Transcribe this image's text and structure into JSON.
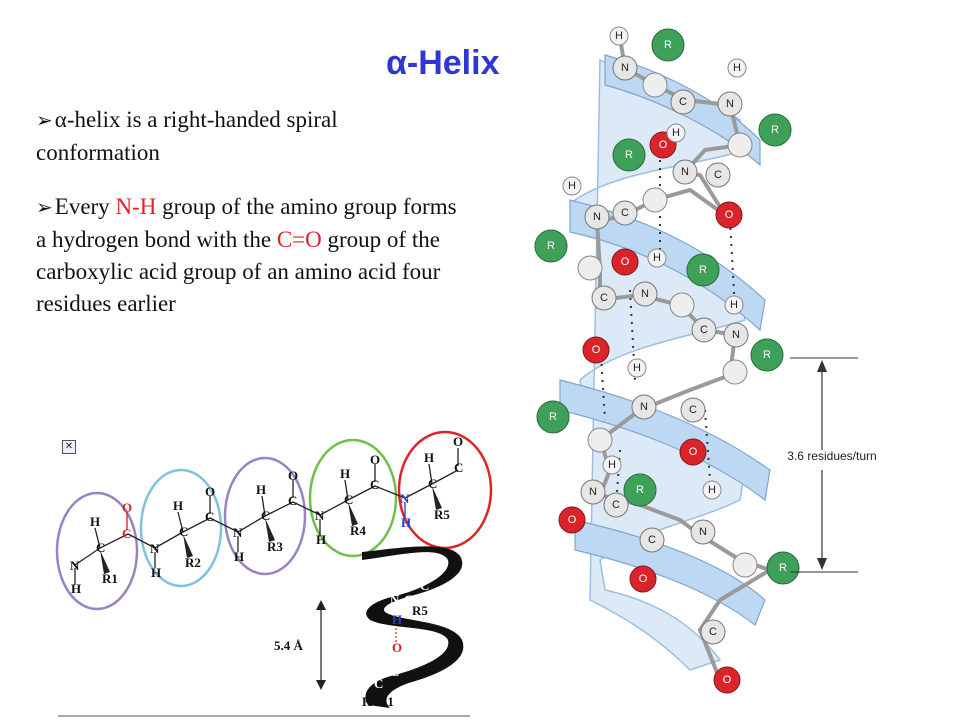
{
  "slide": {
    "title": "α-Helix",
    "bullet1": {
      "arrow": "➢",
      "text": "α-helix is a right-handed spiral conformation"
    },
    "bullet2": {
      "arrow": "➢",
      "part1": "Every ",
      "nh": "N-H",
      "part2": " group of the amino group forms a hydrogen bond with the ",
      "co": "C=O",
      "part3": " group of the carboxylic acid group of an amino acid four residues earlier"
    }
  },
  "helix_model": {
    "residues_label": "3.6 residues/turn",
    "atoms": {
      "r": "R",
      "n": "N",
      "c": "C",
      "h": "H",
      "o": "O"
    },
    "colors": {
      "ribbon": "#bcd8f2",
      "r_atom": "#3fa05a",
      "o_atom": "#d8242a",
      "n_atom": "#e6e6e6",
      "backbone": "#9a9a9a"
    }
  },
  "chain": {
    "labels": {
      "c": "C",
      "n": "N",
      "h": "H",
      "o": "O"
    },
    "r_labels": [
      "R1",
      "R2",
      "R3",
      "R4",
      "R5"
    ],
    "ring_colors": [
      "#9b82c0",
      "#7cc3dd",
      "#9b82c0",
      "#6fbf4a",
      "#e02424"
    ]
  },
  "coil": {
    "distance_label": "5.4 Å",
    "labels": {
      "n": "N",
      "c": "C",
      "h": "H",
      "o": "O",
      "r5": "R5",
      "r1": "R1"
    }
  },
  "broken_image_icon": "broken-image-icon"
}
